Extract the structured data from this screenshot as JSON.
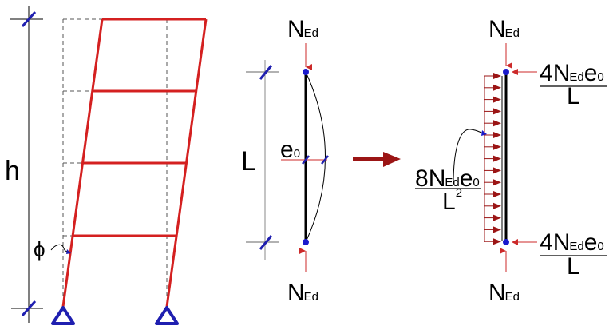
{
  "colors": {
    "frame": "#d42020",
    "support": "#1f1fb0",
    "dim": "#000000",
    "dashed": "#555555",
    "arrow_dark": "#9b1515",
    "force_arrow": "#cc2a2a",
    "node": "#1a1acc"
  },
  "left_panel": {
    "height_label": "h",
    "tilt_label": "ϕ"
  },
  "middle_panel": {
    "top_force": {
      "main": "N",
      "sub": "Ed"
    },
    "bottom_force": {
      "main": "N",
      "sub": "Ed"
    },
    "length_label": "L",
    "eccentricity": {
      "main": "e",
      "sub": "0"
    }
  },
  "transition_arrow": "right-arrow-icon",
  "right_panel": {
    "top_force": {
      "main": "N",
      "sub": "Ed"
    },
    "bottom_force": {
      "main": "N",
      "sub": "Ed"
    },
    "top_reaction": {
      "coef": "4",
      "main": "N",
      "sub": "Ed",
      "e": "e",
      "e_sub": "0",
      "denominator": "L"
    },
    "bottom_reaction": {
      "coef": "4",
      "main": "N",
      "sub": "Ed",
      "e": "e",
      "e_sub": "0",
      "denominator": "L"
    },
    "distributed_load": {
      "coef": "8",
      "main": "N",
      "sub": "Ed",
      "e": "e",
      "e_sub": "0",
      "denominator": "L",
      "denominator_exp": "2"
    }
  }
}
